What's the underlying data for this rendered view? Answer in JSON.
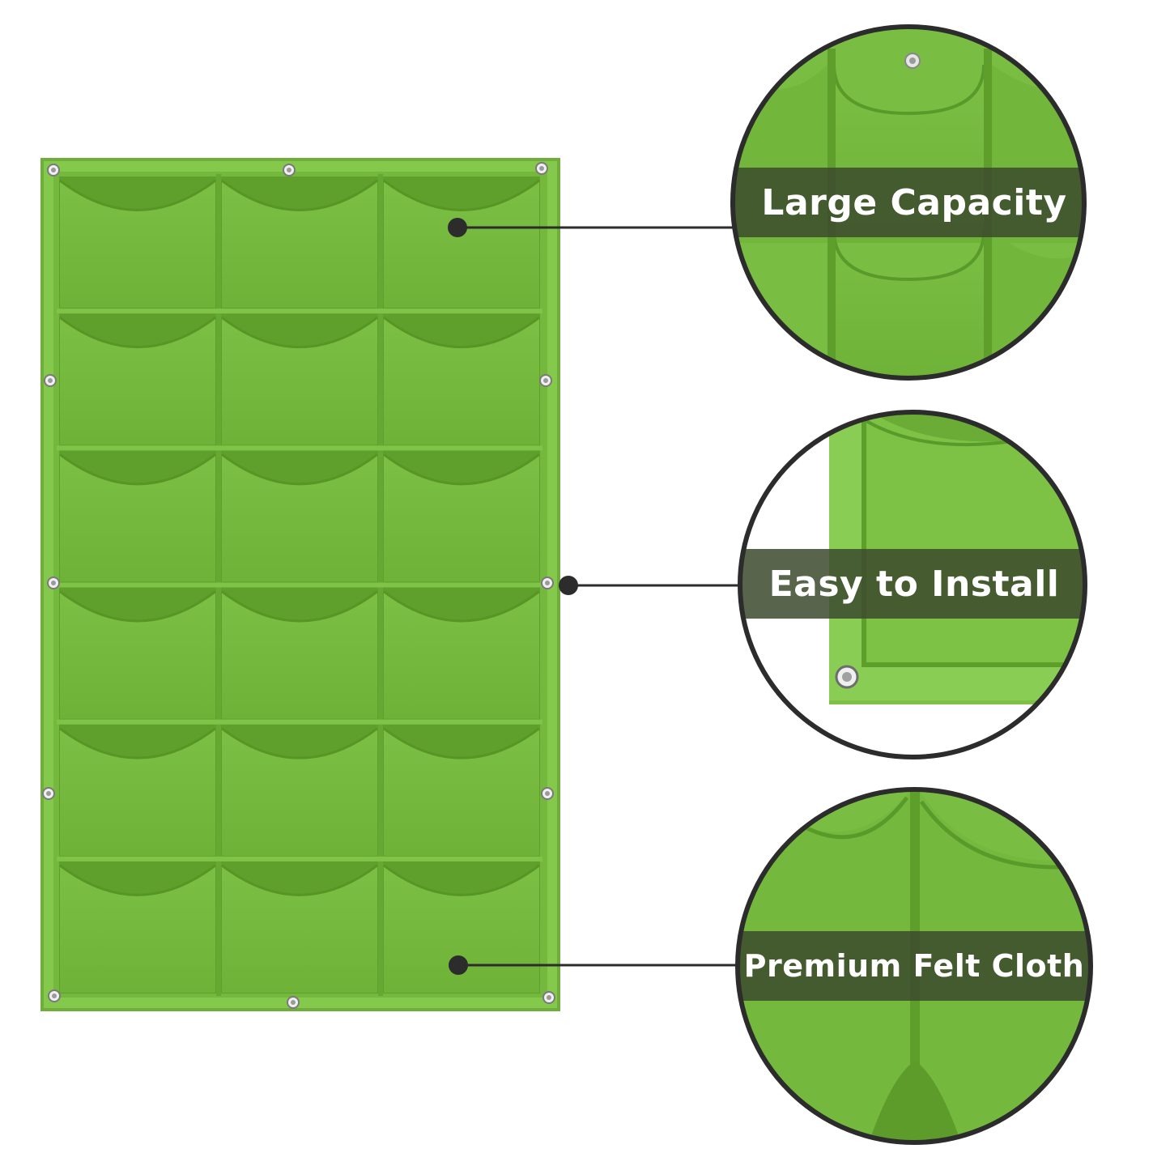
{
  "features": [
    {
      "label": "Large Capacity"
    },
    {
      "label": "Easy to Install"
    },
    {
      "label": "Premium Felt Cloth"
    }
  ],
  "product": {
    "rows": 6,
    "columns": 3,
    "color": "#7cc142"
  },
  "colors": {
    "felt": "#7cc142",
    "felt_light": "#98d55d",
    "felt_dark": "#5e9f2b",
    "ring": "#2c2c2c",
    "label_band": "#3c4a2d",
    "callout_line": "#2c2c2c"
  }
}
